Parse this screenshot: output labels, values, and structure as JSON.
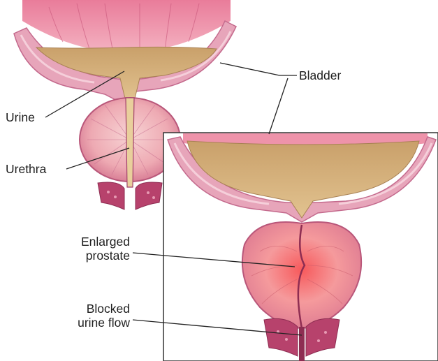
{
  "labels": {
    "bladder": "Bladder",
    "urine": "Urine",
    "urethra": "Urethra",
    "enlarged_prostate_line1": "Enlarged",
    "enlarged_prostate_line2": "prostate",
    "blocked_flow_line1": "Blocked",
    "blocked_flow_line2": "urine flow"
  },
  "colors": {
    "background": "#ffffff",
    "bladder_wall_outer": "#e8a9bd",
    "bladder_wall_inner": "#d58aa6",
    "urine": "#d8b47f",
    "urine_dark": "#b9925d",
    "bladder_interior": "#f1a3b6",
    "prostate": "#f3c1c6",
    "prostate_enlarged": "#f07b7b",
    "urethra_tissue": "#b3416b",
    "leader_line": "#222222",
    "inset_border": "#333333"
  }
}
